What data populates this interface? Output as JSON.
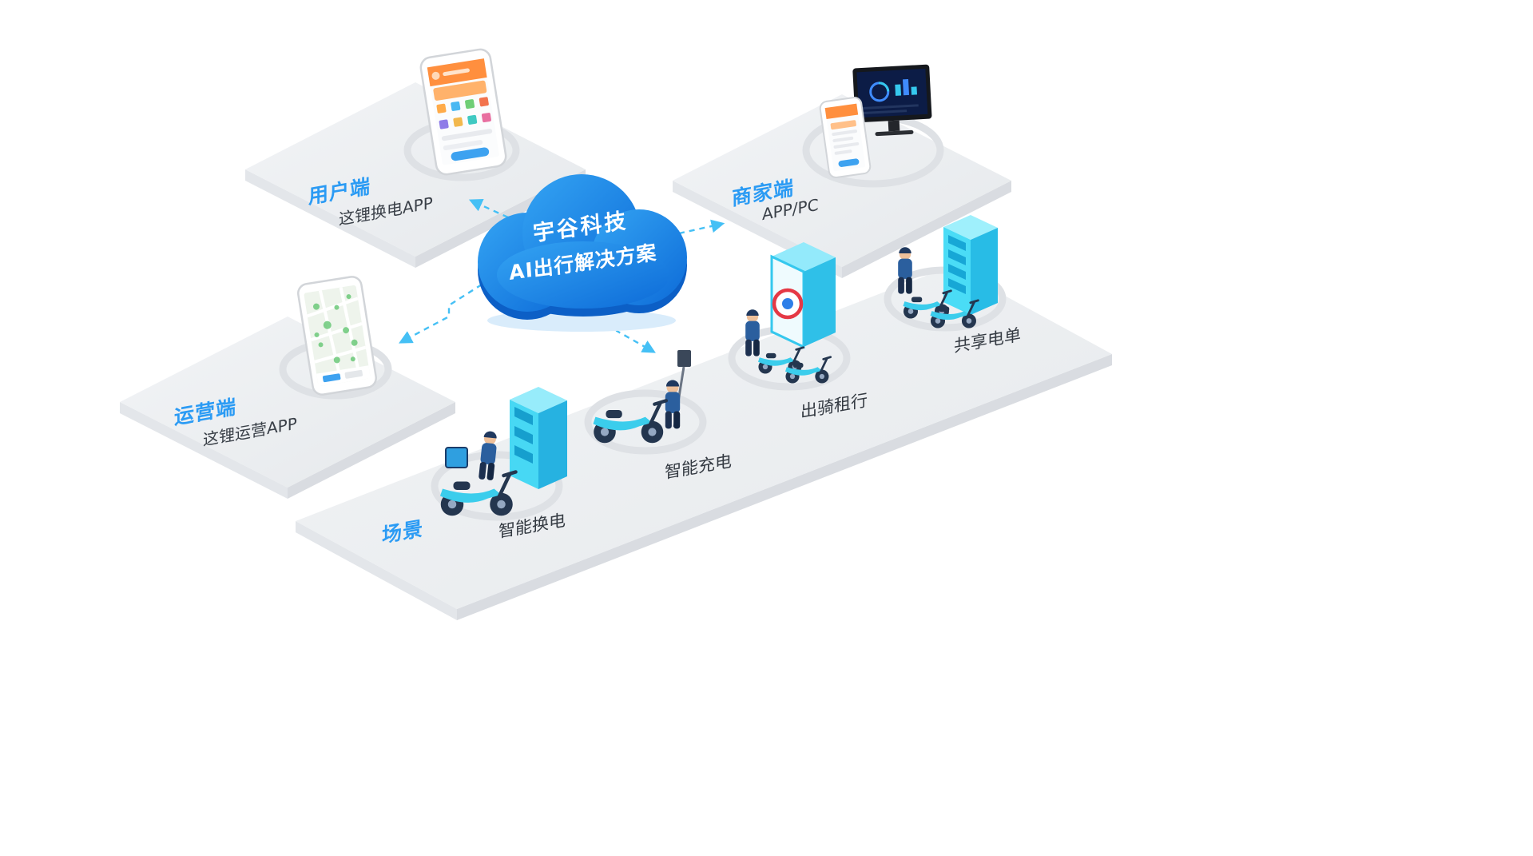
{
  "diagram": {
    "cloud": {
      "title": "宇谷科技",
      "subtitle": "AI出行解决方案"
    },
    "platform_user": {
      "label": "用户端",
      "sublabel": "这锂换电APP"
    },
    "platform_merchant": {
      "label": "商家端",
      "sublabel": "APP/PC"
    },
    "platform_operation": {
      "label": "运营端",
      "sublabel": "这锂运营APP"
    },
    "platform_scene": {
      "label": "场景"
    },
    "scenes": [
      {
        "label": "智能换电"
      },
      {
        "label": "智能充电"
      },
      {
        "label": "出骑租行"
      },
      {
        "label": "共享电单"
      }
    ],
    "colors": {
      "cloud_blue": "#1678df",
      "label_blue": "#2b9bf4",
      "text_dark": "#3a4048",
      "platform_gray": "#edeff2",
      "cabinet_cyan": "#45d7f3",
      "arrow_blue": "#45c0f5"
    }
  }
}
